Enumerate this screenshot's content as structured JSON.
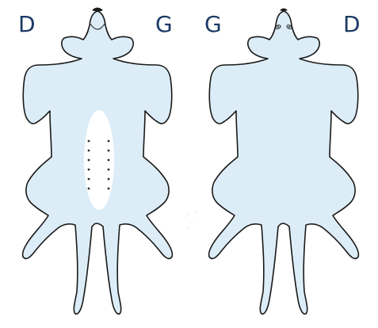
{
  "labels": {
    "left_figure_left": "D",
    "left_figure_right": "G",
    "right_figure_left": "G",
    "right_figure_right": "D"
  },
  "figures": [
    {
      "view": "ventral",
      "highlight": "abdominal-patch",
      "dot_rows": 6,
      "dot_columns": 2
    },
    {
      "view": "dorsal"
    }
  ],
  "colors": {
    "body_fill": "#dcedf8",
    "outline": "#1a1a1a",
    "patch": "#ffffff",
    "dots": "#2a2a2a",
    "label": "#1c3a64"
  }
}
